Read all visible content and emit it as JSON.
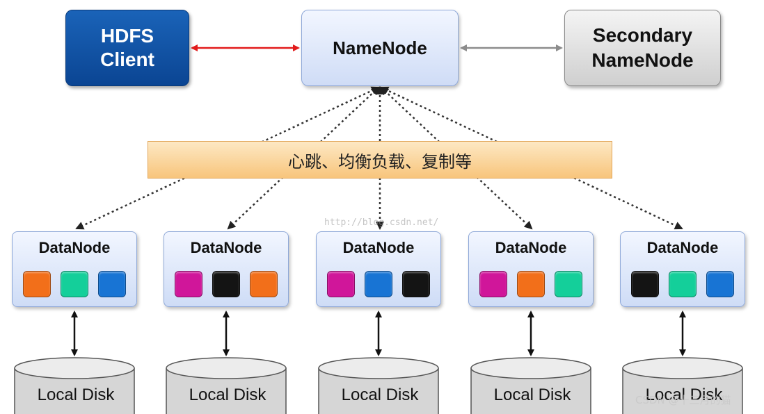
{
  "nodes": {
    "hdfs_client": {
      "line1": "HDFS",
      "line2": "Client"
    },
    "namenode": {
      "label": "NameNode"
    },
    "secondary_namenode": {
      "line1": "Secondary",
      "line2": "NameNode"
    }
  },
  "banner": {
    "label": "心跳、均衡负载、复制等"
  },
  "datanodes": [
    {
      "label": "DataNode",
      "blocks": [
        "#f26f1a",
        "#14cf9a",
        "#1874d4"
      ]
    },
    {
      "label": "DataNode",
      "blocks": [
        "#d0169a",
        "#141414",
        "#f26f1a"
      ]
    },
    {
      "label": "DataNode",
      "blocks": [
        "#d0169a",
        "#1874d4",
        "#141414"
      ]
    },
    {
      "label": "DataNode",
      "blocks": [
        "#d0169a",
        "#f26f1a",
        "#14cf9a"
      ]
    },
    {
      "label": "DataNode",
      "blocks": [
        "#141414",
        "#14cf9a",
        "#1874d4"
      ]
    }
  ],
  "disks": [
    {
      "label": "Local Disk"
    },
    {
      "label": "Local Disk"
    },
    {
      "label": "Local Disk"
    },
    {
      "label": "Local Disk"
    },
    {
      "label": "Local Disk"
    }
  ],
  "watermarks": {
    "middle": "http://blog.csdn.net/",
    "corner": "CSDN @十三月的猫"
  },
  "colors": {
    "client_arrow": "#e21b1b",
    "secondary_arrow": "#8c8c8c",
    "dotted_arrow": "#333333"
  }
}
